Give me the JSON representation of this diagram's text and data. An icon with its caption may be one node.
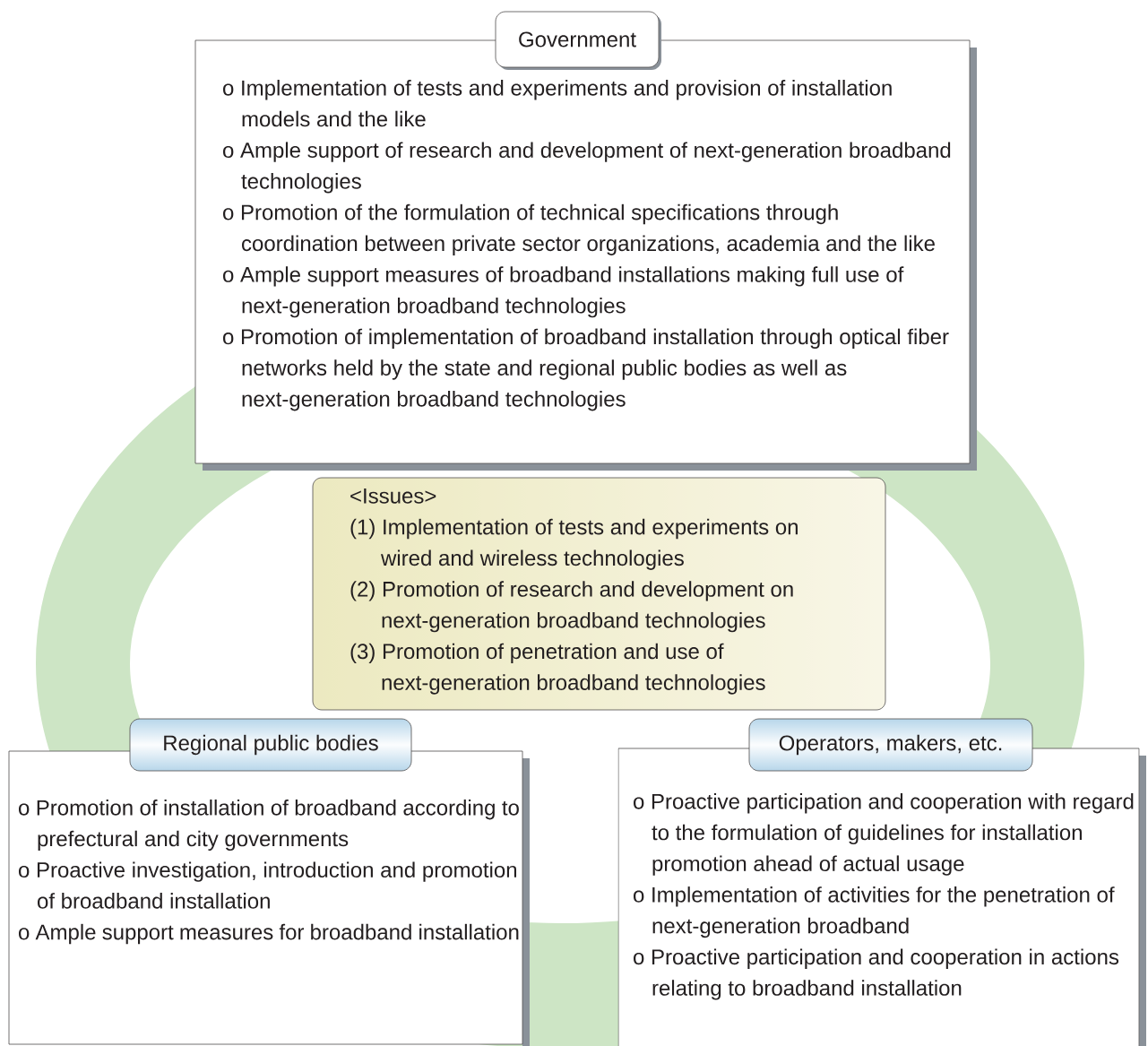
{
  "diagram": {
    "nodes": [
      {
        "text": [
          "Government",
          "o Implementation of tests and experiments and provision of installation models and the like",
          "o Ample support of research and development of next-generation broadband technologies",
          "o Promotion of the formulation of technical specifications through coordination between private sector organizations, academia and the like",
          "o Ample support measures of broadband installations making full use of next-generation broadband technologies",
          "o Promotion of implementation of broadband installation through optical fiber networks held by the state and regional public bodies as well as next-generation broadband technologies"
        ]
      },
      {
        "text": [
          "<Issues>",
          "(1) Implementation of tests and experiments on wired and wireless technologies",
          "(2) Promotion of research and development on next-generation broadband technologies",
          "(3) Promotion of penetration and use of next-generation broadband technologies"
        ]
      },
      {
        "text": [
          "Regional public bodies",
          "o Promotion of installation of broadband according to prefectural and city governments",
          "o Proactive investigation, introduction and promotion of broadband installation",
          "o Ample support measures for broadband installation"
        ]
      },
      {
        "text": [
          "Operators, makers, etc.",
          "o Proactive participation and cooperation with regard to the formulation of guidelines for installation promotion ahead of actual usage",
          "o Implementation of activities for the penetration of next-generation broadband",
          "o Proactive participation and cooperation in actions relating to broadband installation"
        ]
      }
    ]
  }
}
